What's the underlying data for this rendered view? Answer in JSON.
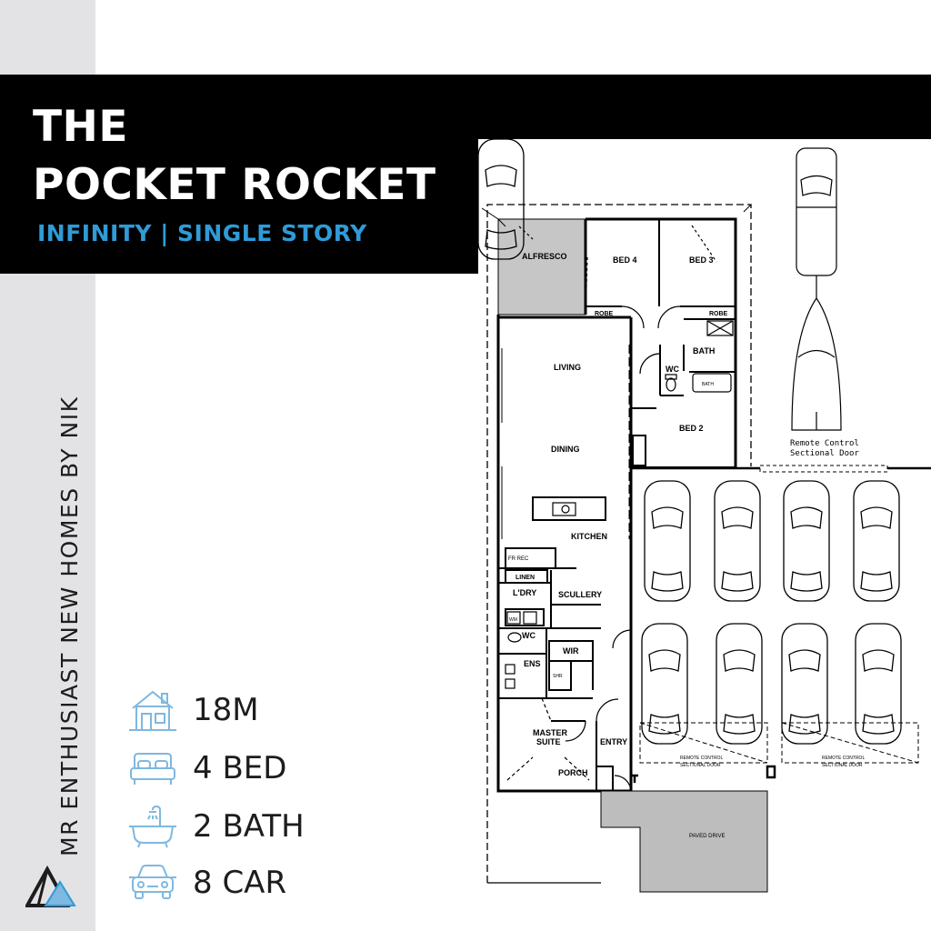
{
  "brand": {
    "side_text": "MR ENTHUSIAST NEW HOMES BY NIK",
    "logo": "triangle-logo"
  },
  "header": {
    "title_line1": "THE",
    "title_line2": "POCKET ROCKET",
    "subtitle": "INFINITY | SINGLE STORY"
  },
  "stats": [
    {
      "icon": "house-frontage-icon",
      "value": "18M"
    },
    {
      "icon": "bed-icon",
      "value": "4 BED"
    },
    {
      "icon": "bathtub-icon",
      "value": "2 BATH"
    },
    {
      "icon": "car-icon",
      "value": "8 CAR"
    }
  ],
  "floorplan": {
    "rooms": {
      "alfresco": "ALFRESCO",
      "bed4": "BED 4",
      "bed3": "BED 3",
      "robe": "ROBE",
      "bath": "BATH",
      "wc": "WC",
      "bath_tub": "BATH",
      "living": "LIVING",
      "dining": "DINING",
      "bed2": "BED 2",
      "kitchen": "KITCHEN",
      "fr_rec": "FR REC",
      "linen": "LINEN",
      "ldry": "L'DRY",
      "scullery": "SCULLERY",
      "wm": "WM",
      "wir": "WIR",
      "ens": "ENS",
      "master_suite_1": "MASTER",
      "master_suite_2": "SUITE",
      "entry": "ENTRY",
      "porch": "PORCH",
      "paved_drive": "PAVED DRIVE",
      "shr": "SHR"
    },
    "garage_doors": {
      "top_line1": "Remote Control",
      "top_line2": "Sectional Door",
      "bottom_line1": "REMOTE CONTROL",
      "bottom_line2": "SECTIONAL DOOR"
    }
  },
  "colors": {
    "accent_blue": "#2f9bd8",
    "banner": "#000000",
    "side_strip": "#e3e3e5",
    "icon_blue": "#7fb8e0",
    "alfresco_fill": "#c6c6c6",
    "drive_fill": "#bdbdbd"
  }
}
